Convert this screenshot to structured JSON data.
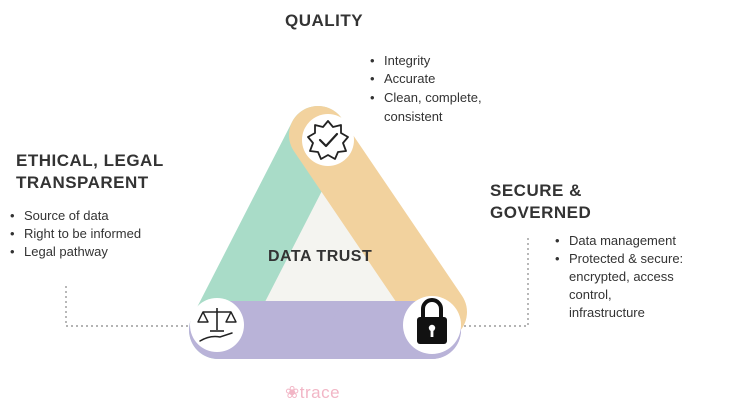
{
  "center_label": "DATA TRUST",
  "pillars": {
    "quality": {
      "title": "QUALITY",
      "bullets": [
        "Integrity",
        "Accurate",
        "Clean, complete,\nconsistent"
      ],
      "color": "#f2d29e",
      "icon": "verified-badge-icon"
    },
    "ethical": {
      "title": "ETHICAL, LEGAL\nTRANSPARENT",
      "bullets": [
        "Source of data",
        "Right to be informed",
        "Legal pathway"
      ],
      "color": "#a9dcc8",
      "icon": "scales-of-justice-icon"
    },
    "secure": {
      "title": "SECURE &\nGOVERNED",
      "bullets": [
        "Data management",
        "Protected & secure:\nencrypted, access\ncontrol,\ninfrastructure"
      ],
      "color": "#b9b3d8",
      "icon": "padlock-icon"
    }
  },
  "brand": {
    "name": "trace",
    "color": "#f2b6c6"
  }
}
